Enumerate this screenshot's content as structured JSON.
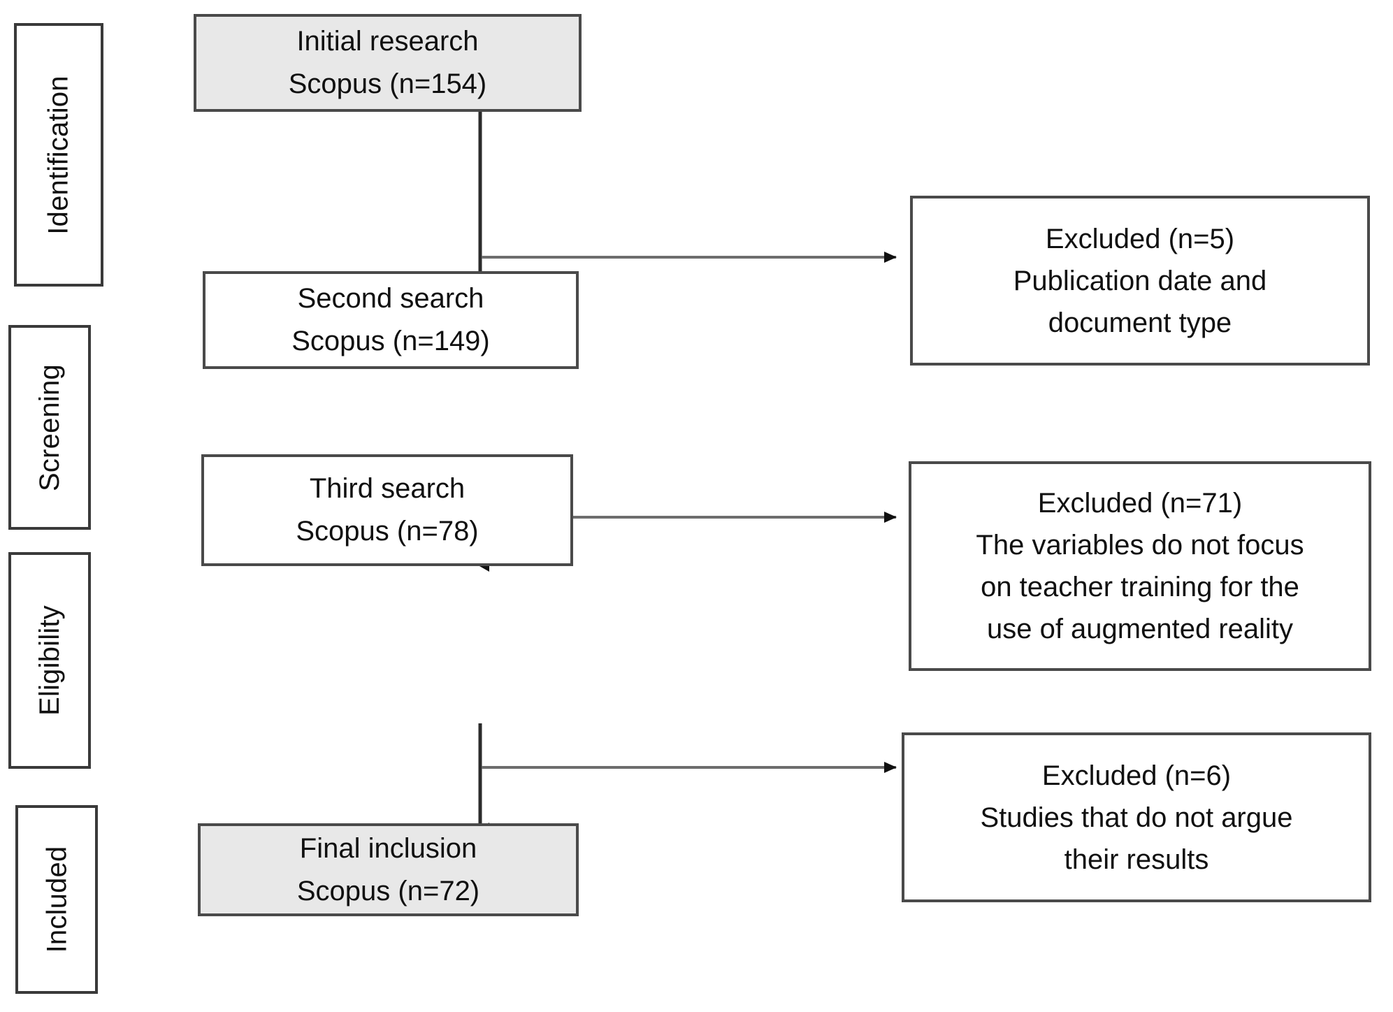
{
  "diagram": {
    "title": "PRISMA study selection flow",
    "type": "flowchart",
    "colors": {
      "box_border": "#4a4a4a",
      "stage_border": "#3a3a3a",
      "filled_box_bg": "#e8e8e8",
      "plain_box_bg": "#ffffff",
      "connector": "#2b2b2b",
      "text": "#101010"
    }
  },
  "stages": [
    {
      "label": "Identification"
    },
    {
      "label": "Screening"
    },
    {
      "label": "Eligibility"
    },
    {
      "label": "Included"
    }
  ],
  "flow": [
    {
      "id": "initial-research",
      "lines": [
        "Initial research",
        "Scopus (n=154)"
      ],
      "line1": "Initial research",
      "line2": "Scopus (n=154)",
      "count": 154,
      "source": "Scopus",
      "fill": "filled"
    },
    {
      "id": "second-search",
      "lines": [
        "Second search",
        "Scopus (n=149)"
      ],
      "line1": "Second search",
      "line2": "Scopus (n=149)",
      "count": 149,
      "source": "Scopus",
      "fill": "plain"
    },
    {
      "id": "third-search",
      "lines": [
        "Third search",
        "Scopus (n=78)"
      ],
      "line1": "Third search",
      "line2": "Scopus (n=78)",
      "count": 78,
      "source": "Scopus",
      "fill": "plain"
    },
    {
      "id": "final-inclusion",
      "lines": [
        "Final inclusion",
        "Scopus (n=72)"
      ],
      "line1": "Final inclusion",
      "line2": "Scopus (n=72)",
      "count": 72,
      "source": "Scopus",
      "fill": "filled"
    }
  ],
  "excluded": [
    {
      "id": "excluded-1",
      "heading": "Excluded (n=5)",
      "count": 5,
      "reason_lines": [
        "Publication date and",
        "document type"
      ],
      "reason_line1": "Publication date and",
      "reason_line2": "document type",
      "reason_line3": ""
    },
    {
      "id": "excluded-2",
      "heading": "Excluded (n=71)",
      "count": 71,
      "reason_lines": [
        "The variables do not focus",
        "on teacher training for the",
        "use of augmented reality"
      ],
      "reason_line1": "The variables do not focus",
      "reason_line2": "on teacher training for the",
      "reason_line3": "use of augmented reality"
    },
    {
      "id": "excluded-3",
      "heading": "Excluded (n=6)",
      "count": 6,
      "reason_lines": [
        "Studies that do not argue",
        "their results"
      ],
      "reason_line1": "Studies that do not argue",
      "reason_line2": "their results",
      "reason_line3": ""
    }
  ]
}
